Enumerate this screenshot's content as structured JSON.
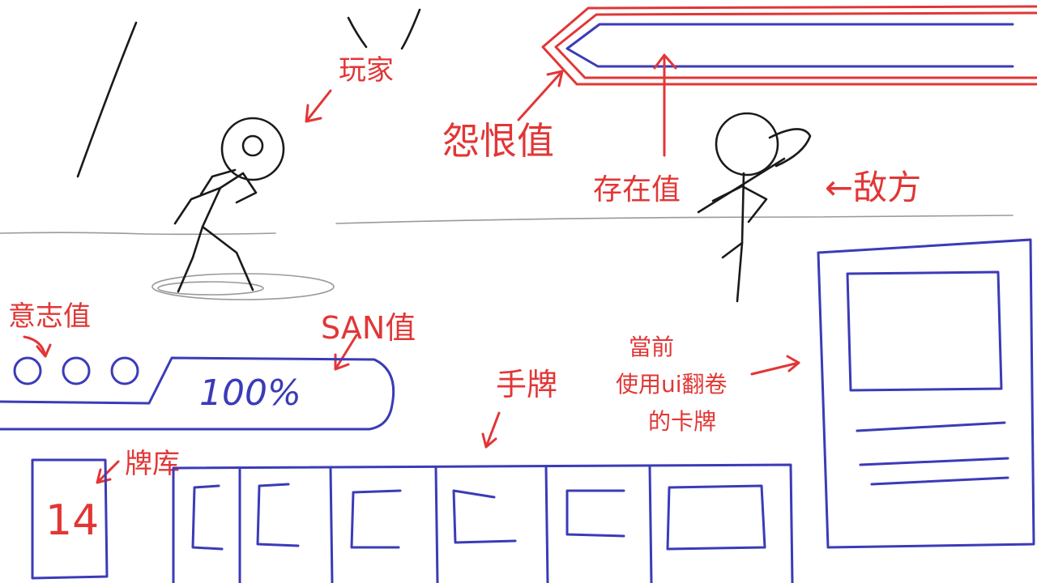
{
  "colors": {
    "annotation": "#e23636",
    "ui": "#3b3bb8",
    "sketch": "#1a1a1a",
    "ground": "#9a9a9a"
  },
  "labels": {
    "player": "玩家",
    "resentment": "怨恨值",
    "existence": "存在值",
    "enemy": "←敌方",
    "will": "意志值",
    "san": "SAN值",
    "hand": "手牌",
    "current_card": "當前使用ui翻卷的卡牌",
    "deck": "牌库"
  },
  "hud": {
    "san_value": "100%",
    "will_pips": 3,
    "deck_count": "14",
    "hand_card_count": 6
  },
  "icons": {
    "card": "card-icon",
    "pip": "will-pip-icon"
  }
}
